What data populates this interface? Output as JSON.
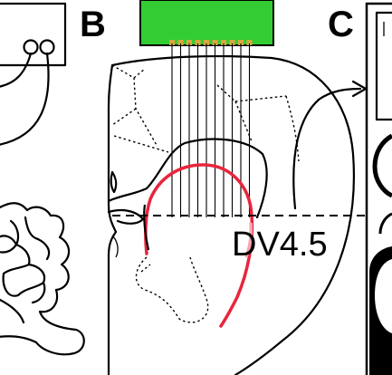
{
  "panels": {
    "b": {
      "label": "B"
    },
    "c": {
      "label": "C"
    }
  },
  "annotations": {
    "depth_label": "DV4.5"
  },
  "colors": {
    "array_fill": "#33cc33",
    "array_pads": "#d9a640",
    "track": "#e8253d",
    "track_highlight": "#f4a6b2",
    "ink": "#000000",
    "background": "#ffffff"
  },
  "probe": {
    "shank_count": 10
  }
}
